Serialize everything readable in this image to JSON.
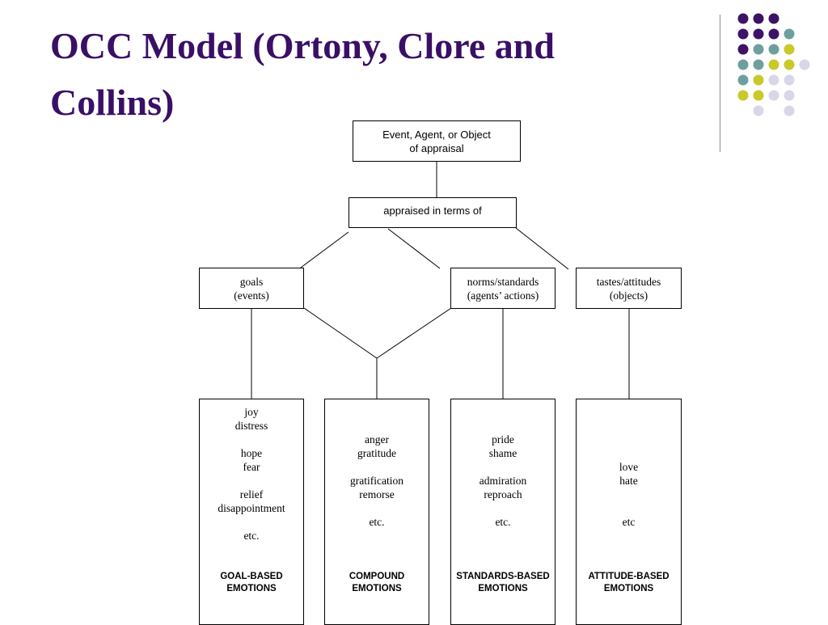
{
  "slide": {
    "title_lines": [
      "OCC  Model  (Ortony, Clore and",
      "Collins)"
    ],
    "colors": {
      "title": "#3a0f66",
      "dot_purple": "#3d1366",
      "dot_teal": "#6e9f9f",
      "dot_yellow": "#c9c92a",
      "dot_lavender": "#d7d7e8"
    },
    "decoration_dot_rows": [
      [
        "purple",
        "purple",
        "purple"
      ],
      [
        "purple",
        "purple",
        "purple",
        "teal"
      ],
      [
        "purple",
        "teal",
        "teal",
        "yellow"
      ],
      [
        "teal",
        "teal",
        "yellow",
        "yellow",
        "lavender"
      ],
      [
        "teal",
        "yellow",
        "lavender",
        "lavender"
      ],
      [
        "yellow",
        "yellow",
        "lavender",
        "lavender"
      ],
      [
        "lavender",
        "lavender"
      ]
    ]
  },
  "diagram": {
    "root": [
      "Event, Agent, or Object",
      "of appraisal"
    ],
    "appraisal": [
      "appraised in terms of"
    ],
    "categories": [
      {
        "id": "goals",
        "lines": [
          "goals",
          "(events)"
        ]
      },
      {
        "id": "norms",
        "lines": [
          "norms/standards",
          "(agents’ actions)"
        ]
      },
      {
        "id": "tastes",
        "lines": [
          "tastes/attitudes",
          "(objects)"
        ]
      }
    ],
    "emotion_groups": [
      {
        "id": "goal-based",
        "emotions": [
          "joy",
          "distress",
          "",
          "hope",
          "fear",
          "",
          "relief",
          "disappointment",
          "",
          "etc."
        ],
        "label": [
          "GOAL-BASED",
          "EMOTIONS"
        ]
      },
      {
        "id": "compound",
        "emotions": [
          "",
          "",
          "anger",
          "gratitude",
          "",
          "gratification",
          "remorse",
          "",
          "etc."
        ],
        "label": [
          "COMPOUND",
          "EMOTIONS"
        ]
      },
      {
        "id": "standards-based",
        "emotions": [
          "",
          "",
          "pride",
          "shame",
          "",
          "admiration",
          "reproach",
          "",
          "etc."
        ],
        "label": [
          "STANDARDS-BASED",
          "EMOTIONS"
        ]
      },
      {
        "id": "attitude-based",
        "emotions": [
          "",
          "",
          "",
          "",
          "love",
          "hate",
          "",
          "",
          "etc"
        ],
        "label": [
          "ATTITUDE-BASED",
          "EMOTIONS"
        ]
      }
    ]
  }
}
